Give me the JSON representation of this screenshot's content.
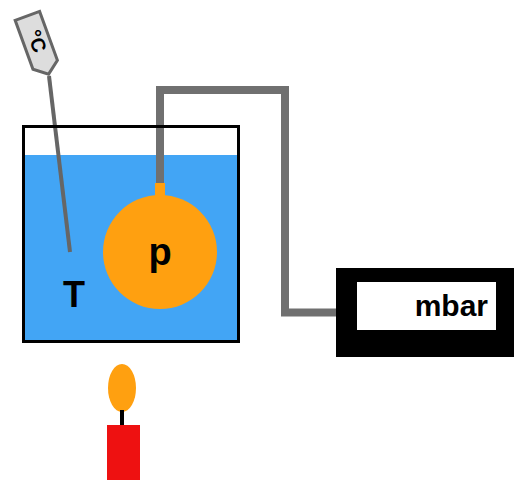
{
  "diagram": {
    "nodes": [
      {
        "text": [
          "T"
        ]
      },
      {
        "text": [
          "p"
        ],
        "in": 0
      },
      {
        "text": [
          "°C"
        ]
      },
      {
        "text": [
          "mbar"
        ]
      }
    ],
    "edges": [
      {
        "from": 1,
        "to": 3,
        "arrow": "none"
      }
    ]
  }
}
